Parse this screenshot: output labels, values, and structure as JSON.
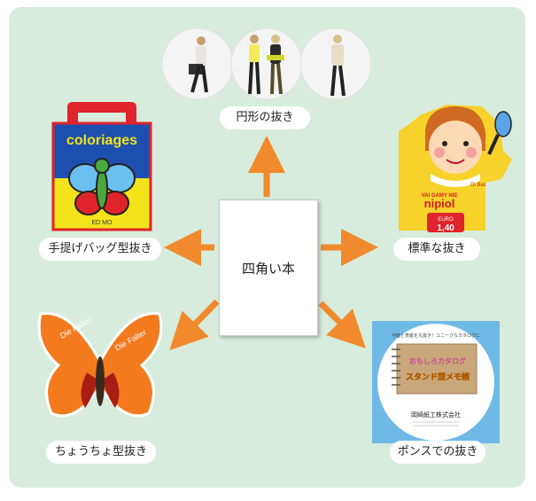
{
  "center_label": "四角い本",
  "top": {
    "label": "円形の抜き"
  },
  "left_top": {
    "label": "手提げバッグ型抜き",
    "book_title": "coloriages",
    "bottom_text": "ED MO"
  },
  "right_top": {
    "label": "標準な抜き",
    "logo_top": "VAI GAMY NIE",
    "brand": "nipiol",
    "price_top": "EURO",
    "price": "1,40",
    "badge": "Di Bac"
  },
  "left_bottom": {
    "label": "ちょうちょ型抜き",
    "wing_text_left": "Die Falter",
    "wing_text_right": "Die Falter"
  },
  "right_bottom": {
    "label": "ポンスでの抜き",
    "disc_top_text": "中面と表紙を丸抜き！ユニークなカタログに",
    "catalog_title_1": "おもしろカタログ",
    "catalog_title_2": "スタンド型メモ帳",
    "company": "岡崎紙工株式会社"
  },
  "colors": {
    "panel": "#d7ecdc",
    "arrow": "#f08a2c"
  }
}
